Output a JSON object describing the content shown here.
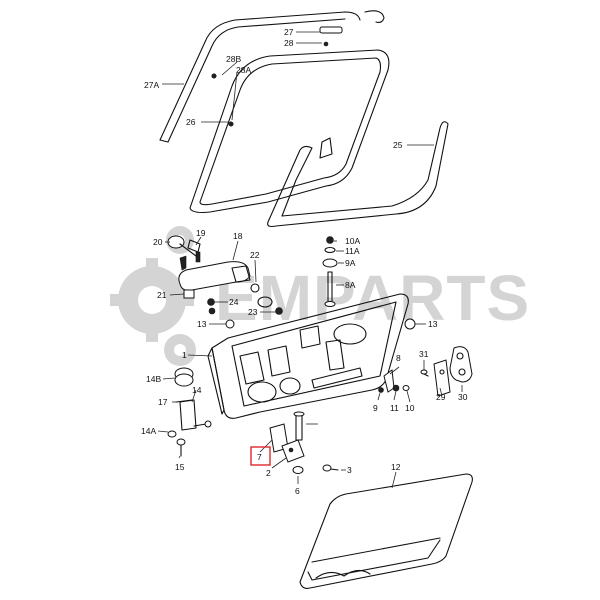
{
  "watermark": {
    "text": "EMPARTS"
  },
  "highlight_color": "#e0262b",
  "callouts": {
    "c1": "1",
    "c2": "2",
    "c3": "3",
    "c6": "6",
    "c7": "7",
    "c8": "8",
    "c9": "9",
    "c9A": "9A",
    "c10": "10",
    "c10A": "10A",
    "c11": "11",
    "c11A": "11A",
    "c12": "12",
    "c13a": "13",
    "c13b": "13",
    "c14": "14",
    "c14A": "14A",
    "c14B": "14B",
    "c15": "15",
    "c17": "17",
    "c18": "18",
    "c19": "19",
    "c20": "20",
    "c21": "21",
    "c22": "22",
    "c23": "23",
    "c24": "24",
    "c25": "25",
    "c26": "26",
    "c27": "27",
    "c27A": "27A",
    "c28": "28",
    "c28A": "28A",
    "c28B": "28B",
    "c29": "29",
    "c30": "30",
    "c31": "31",
    "c8A": "8A"
  }
}
